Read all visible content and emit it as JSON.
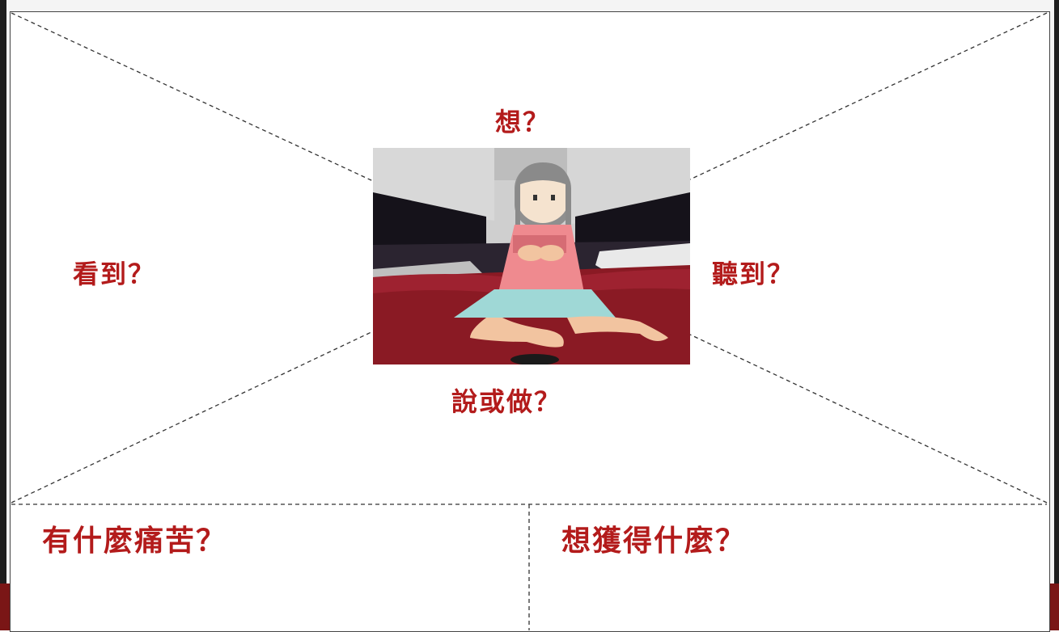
{
  "labels": {
    "think": "想？",
    "see": "看到？",
    "hear": "聽到？",
    "say_do": "說或做？",
    "pain": "有什麼痛苦？",
    "gain": "想獲得什麼？"
  },
  "colors": {
    "label_red": "#b31b1b",
    "line_gray": "#333333",
    "floor_red": "#8a1a24",
    "dress_pink": "#ef8a8f",
    "skirt_teal": "#9fd8d6"
  },
  "image": {
    "description_icon": "girl-sitting-illustration"
  }
}
